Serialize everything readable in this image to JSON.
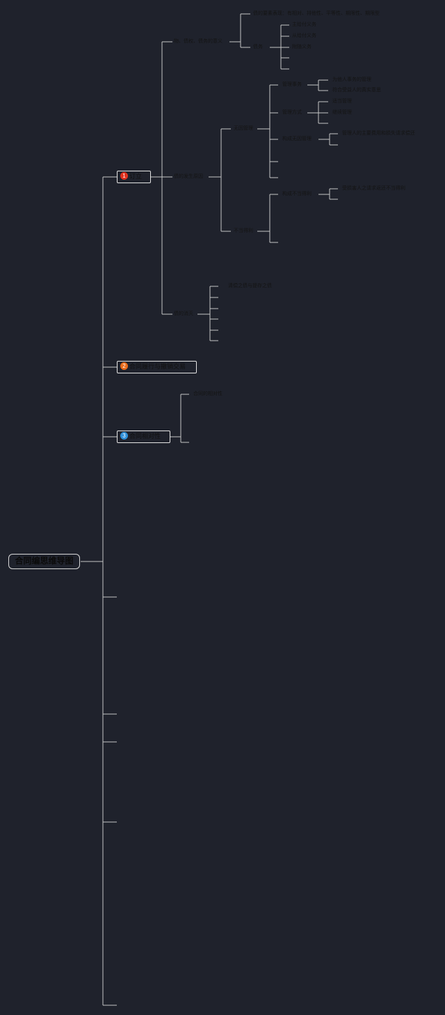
{
  "root": {
    "label": "合同编思维导图"
  },
  "branches": [
    {
      "num": "1",
      "label": "订立",
      "color": "#e0311e"
    },
    {
      "num": "2",
      "label": "合同履行与撤销交易",
      "color": "#e86a1a"
    },
    {
      "num": "3",
      "label": "合同相对性",
      "color": "#2f8fd8"
    }
  ],
  "nodes": {
    "n1": "物、债权、债务的意义",
    "n1a": "债的要素表现：有相对、排他性、平等性、期限性、期限型",
    "n1b": "债务",
    "n1b1": "主给付义务",
    "n1b2": "从给付义务",
    "n1b3": "附随义务",
    "n2": "债的发生原因",
    "n2a": "无因管理",
    "n2a1": "管理事务",
    "n2a1a": "为他人事务的管理",
    "n2a1b": "符合受益人的真实意思",
    "n2a2": "管理方式",
    "n2a2a": "适当管理",
    "n2a2b": "继续管理",
    "n2a3": "构成无因管理",
    "n2a3a": "管理人的主要费用和损失请求偿还",
    "n2b": "不当得利",
    "n2b1": "构成不当得利",
    "n2b1a": "受损害人之请求返还不当得利",
    "n3": "债的消灭",
    "n3a": "清偿之债与提存之债",
    "b3a": "合同的相对性"
  }
}
